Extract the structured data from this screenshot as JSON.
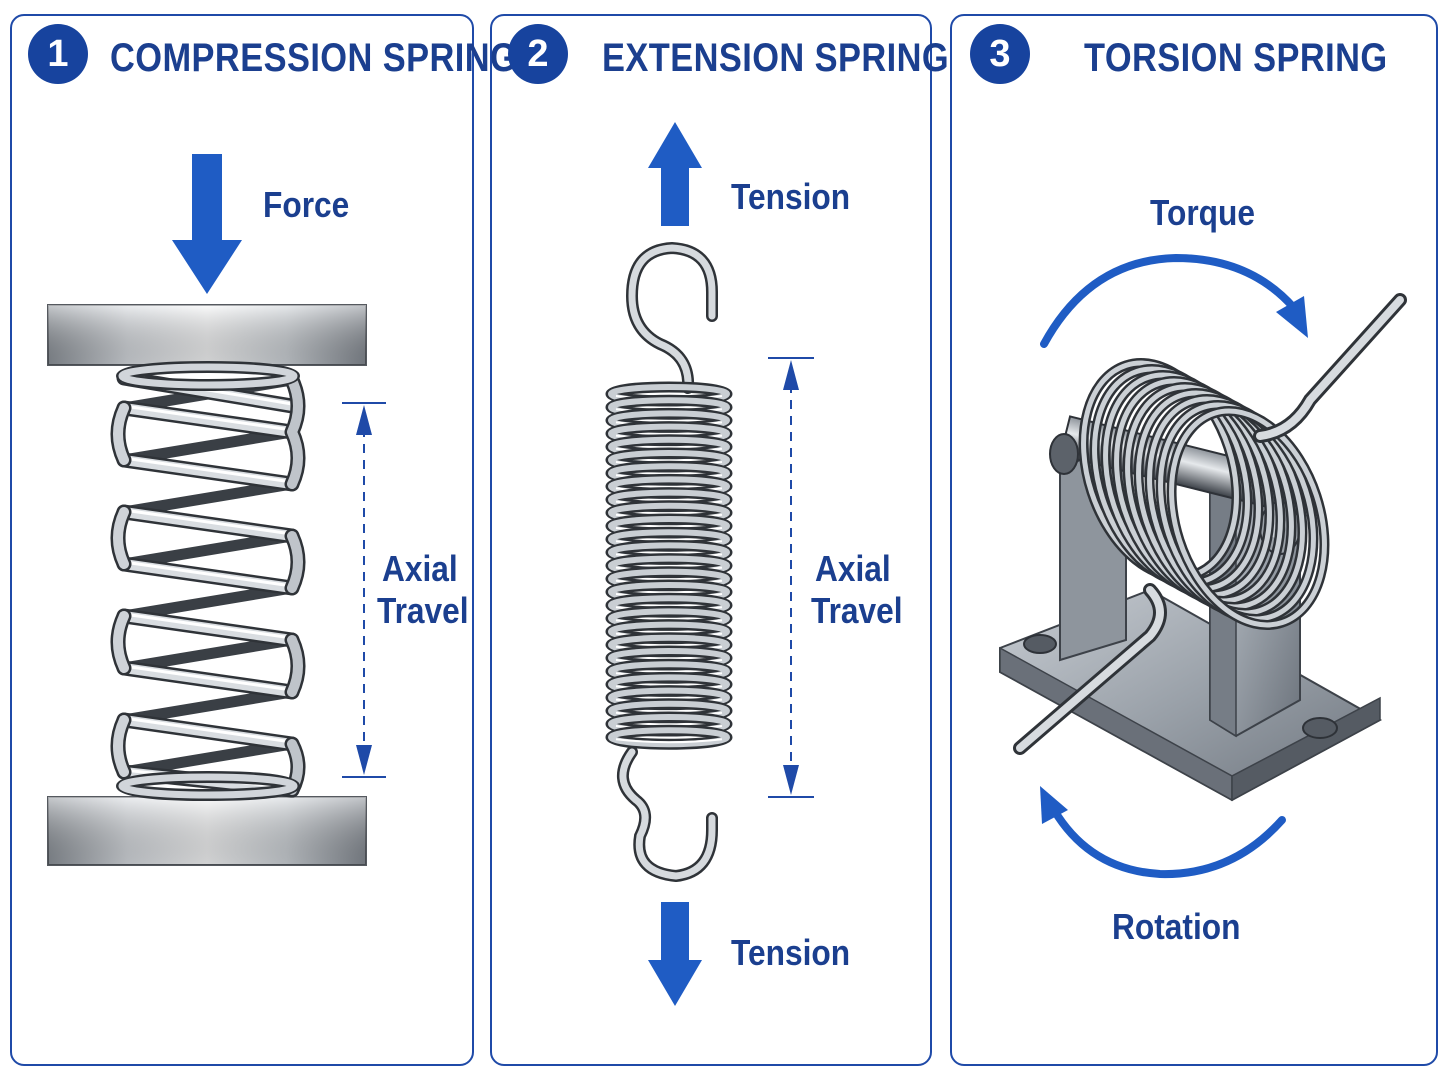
{
  "panels": [
    {
      "number": "1",
      "title": "COMPRESSION SPRING",
      "labels": {
        "force": "Force",
        "axial_line1": "Axial",
        "axial_line2": "Travel"
      }
    },
    {
      "number": "2",
      "title": "EXTENSION SPRING",
      "labels": {
        "tension_top": "Tension",
        "axial_line1": "Axial",
        "axial_line2": "Travel",
        "tension_bottom": "Tension"
      }
    },
    {
      "number": "3",
      "title": "TORSION SPRING",
      "labels": {
        "torque": "Torque",
        "rotation": "Rotation"
      }
    }
  ],
  "colors": {
    "accent": "#17439e",
    "arrow": "#1f5cc4",
    "steel_light": "#e9ecef",
    "steel_dark": "#4a4f56"
  },
  "icons": [
    "force-arrow-icon",
    "tension-arrow-icon",
    "torque-arc-icon",
    "rotation-arc-icon"
  ]
}
